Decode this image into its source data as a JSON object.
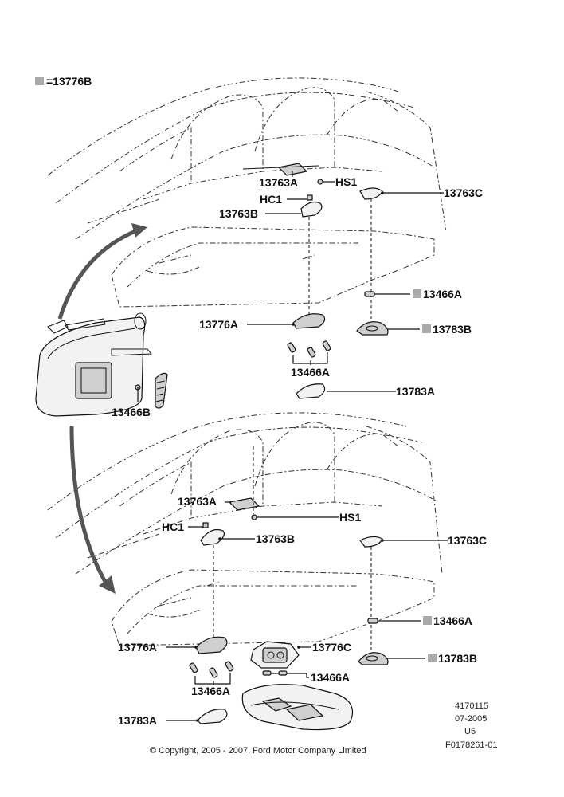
{
  "legend": {
    "marker_color": "#aaaaaa",
    "text": "=13776B"
  },
  "labels": {
    "top_13763A": "13763A",
    "top_HS1": "HS1",
    "top_HC1": "HC1",
    "top_13763B": "13763B",
    "top_13763C": "13763C",
    "top_13466A_r": "13466A",
    "top_13776A": "13776A",
    "top_13783B": "13783B",
    "top_13466A_c": "13466A",
    "top_13783A": "13783A",
    "visor_13466B": "13466B",
    "bot_13763A": "13763A",
    "bot_HS1": "HS1",
    "bot_HC1": "HC1",
    "bot_13763B": "13763B",
    "bot_13763C": "13763C",
    "bot_13466A_r": "13466A",
    "bot_13776A": "13776A",
    "bot_13776C": "13776C",
    "bot_13783B": "13783B",
    "bot_13466A_c": "13466A",
    "bot_13466A_m": "13466A",
    "bot_13783A": "13783A"
  },
  "info": {
    "id": "4170115",
    "date": "07-2005",
    "code": "U5",
    "ref": "F0178261-01"
  },
  "copyright": "© Copyright, 2005 - 2007, Ford Motor Company Limited"
}
